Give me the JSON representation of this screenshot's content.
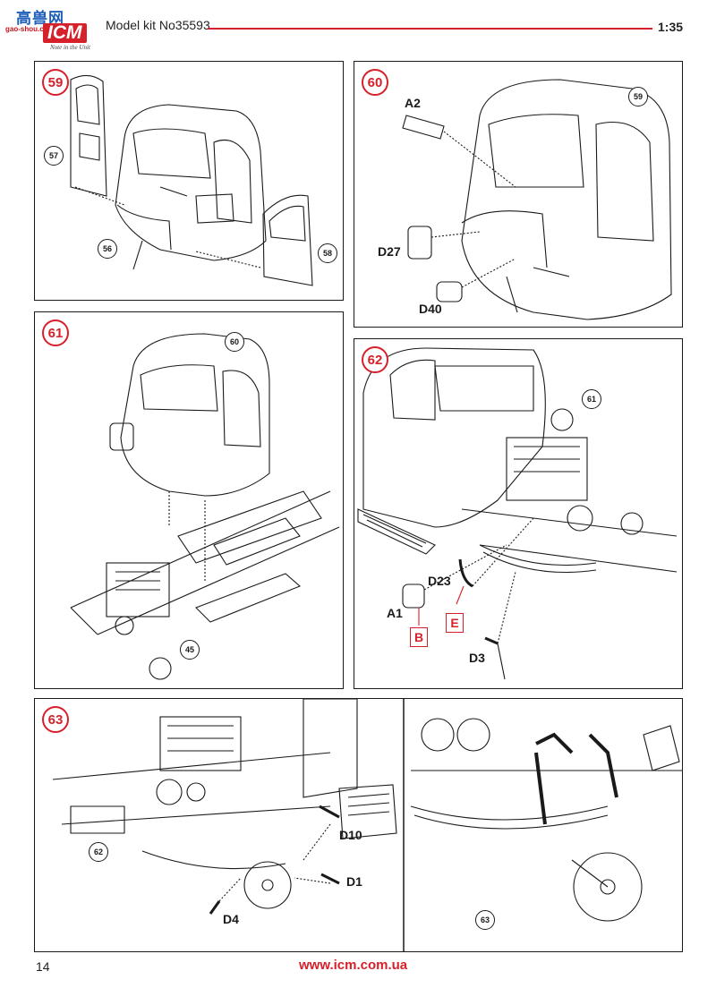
{
  "header": {
    "logo_cn": "高兽网",
    "logo_sub": "gao-shou.com",
    "logo_brand": "ICM",
    "logo_tagline": "Note in the Unit",
    "kit_title": "Model kit No35593",
    "scale": "1:35"
  },
  "steps": [
    {
      "number": "59",
      "refs": [
        "57",
        "56",
        "58"
      ],
      "parts": []
    },
    {
      "number": "60",
      "refs": [
        "59"
      ],
      "parts": [
        "A2",
        "D27",
        "D40"
      ]
    },
    {
      "number": "61",
      "refs": [
        "60",
        "45"
      ],
      "parts": []
    },
    {
      "number": "62",
      "refs": [
        "61"
      ],
      "parts": [
        "D23",
        "A1",
        "D3"
      ],
      "paint_codes": [
        "B",
        "E"
      ]
    },
    {
      "number": "63",
      "refs": [
        "62",
        "63"
      ],
      "parts": [
        "D10",
        "D1",
        "D4"
      ]
    }
  ],
  "footer": {
    "page_number": "14",
    "website": "www.icm.com.ua"
  },
  "colors": {
    "accent_red": "#d6202a",
    "logo_blue": "#1d5fb8",
    "line_art": "#1a1a1a"
  }
}
